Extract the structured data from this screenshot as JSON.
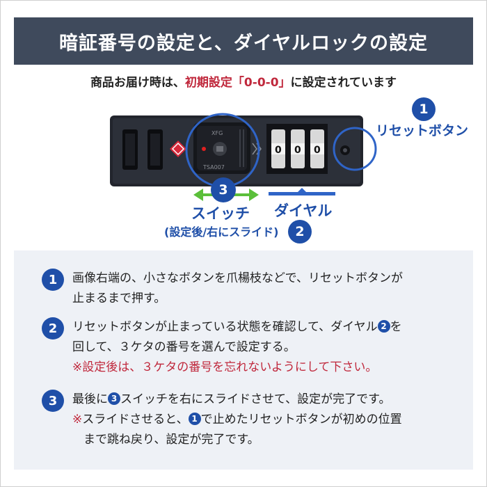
{
  "title": "暗証番号の設定と、ダイヤルロックの設定",
  "subtitle": {
    "prefix": "商品お届け時は、",
    "highlight": "初期設定「0-0-0」",
    "suffix": "に設定されています"
  },
  "device": {
    "knob_text_top": "XFG",
    "knob_text_bottom": "TSA007"
  },
  "callouts": {
    "reset": {
      "number": "1",
      "label": "リセットボタン"
    },
    "dial": {
      "number": "2",
      "label": "ダイヤル"
    },
    "switch": {
      "number": "3",
      "label": "スイッチ",
      "note": "(設定後/右にスライド)"
    }
  },
  "steps": [
    {
      "number": "1",
      "line1": "画像右端の、小さなボタンを爪楊枝などで、リセットボタンが",
      "line2": "止まるまで押す。"
    },
    {
      "number": "2",
      "line1_a": "リセットボタンが止まっている状態を確認して、ダイヤル",
      "line1_circ": "2",
      "line1_b": "を",
      "line2": "回して、３ケタの番号を選んで設定する。",
      "warning": "※設定後は、３ケタの番号を忘れないようにして下さい。"
    },
    {
      "number": "3",
      "line1_a": "最後に",
      "line1_circ": "3",
      "line1_b": "スイッチを右にスライドさせて、設定が完了です。",
      "warning_prefix": "※",
      "line2_a": "スライドさせると、",
      "line2_circ": "1",
      "line2_b": "で止めたリセットボタンが初めの位置",
      "line3": "まで跳ね戻り、設定が完了です。"
    }
  ],
  "colors": {
    "title_bg": "#3f4a5c",
    "accent_blue": "#1f4fa8",
    "warning_red": "#c0283c",
    "arrow_green": "#5bbf3a",
    "panel_bg": "#eef1f6"
  }
}
